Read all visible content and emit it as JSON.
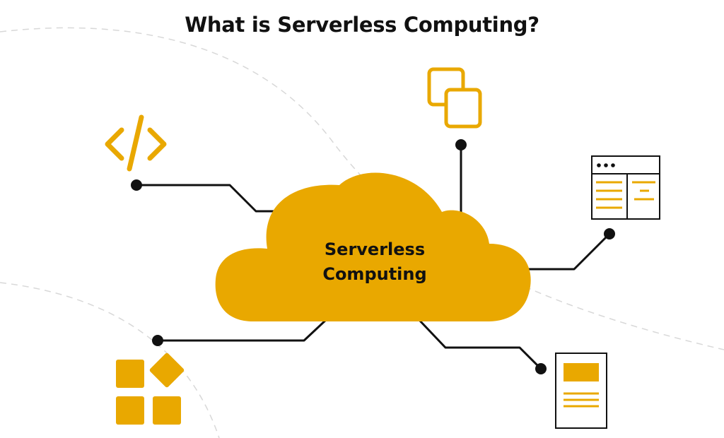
{
  "title": "What is Serverless Computing?",
  "center": {
    "line1": "Serverless",
    "line2": "Computing"
  },
  "icons": [
    "code-icon",
    "copy-icon",
    "browser-window-icon",
    "apps-icon",
    "document-icon"
  ],
  "colors": {
    "accent": "#E9A800",
    "line": "#111111",
    "dashed": "#D6D6D6",
    "text": "#111111"
  }
}
